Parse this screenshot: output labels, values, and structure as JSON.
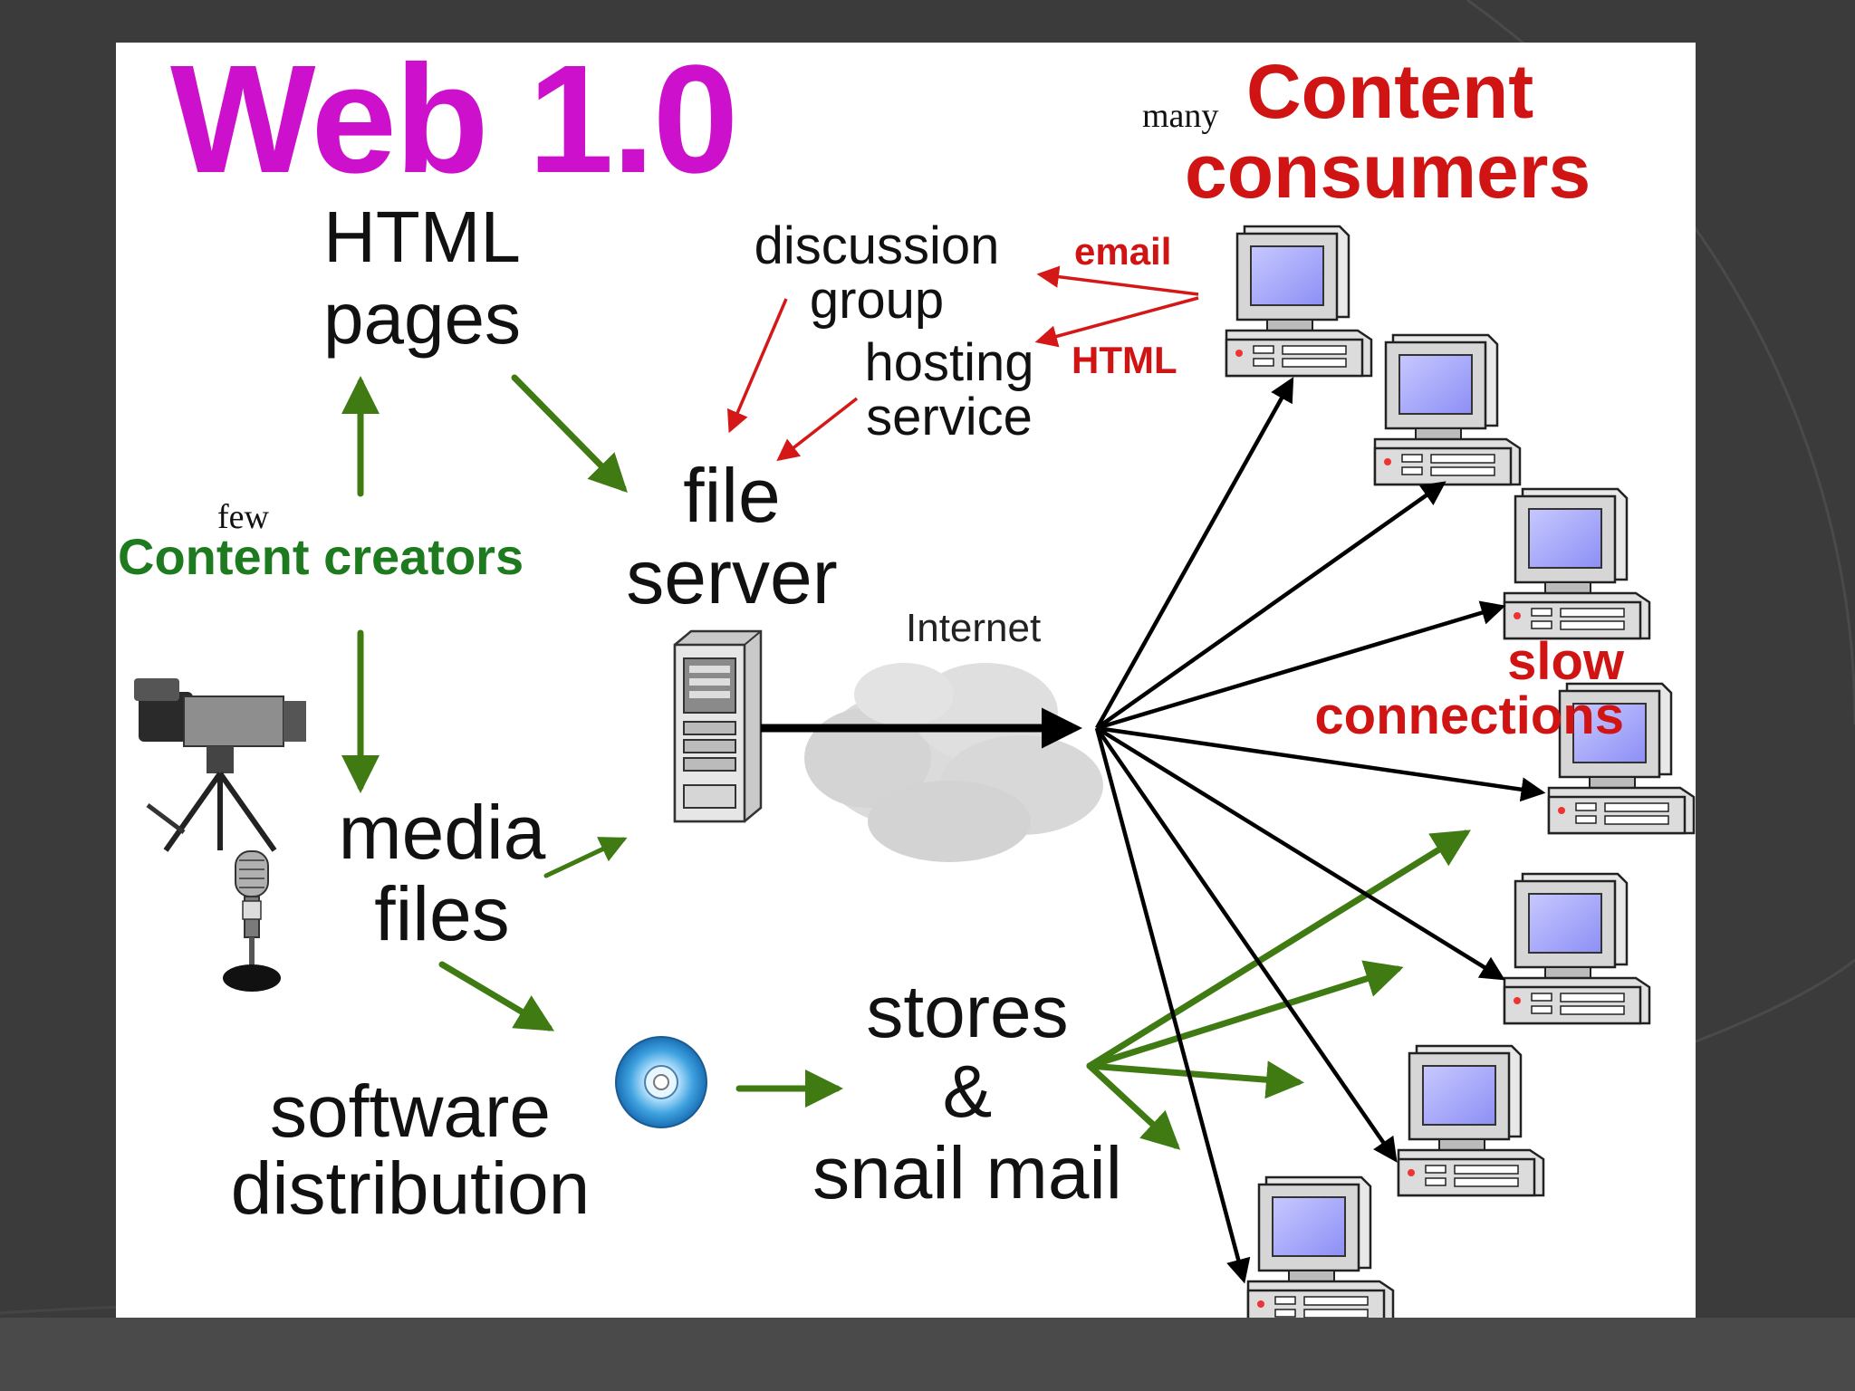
{
  "title": "Web 1.0",
  "consumers": {
    "prefix": "many",
    "line1": "Content",
    "line2": "consumers"
  },
  "creators": {
    "prefix": "few",
    "label": "Content creators"
  },
  "nodes": {
    "html_pages": [
      "HTML",
      "pages"
    ],
    "file_server": [
      "file",
      "server"
    ],
    "media_files": [
      "media",
      "files"
    ],
    "software_distribution": [
      "software",
      "distribution"
    ],
    "stores": [
      "stores",
      "&",
      "snail mail"
    ],
    "discussion_group": [
      "discussion",
      "group"
    ],
    "hosting_service": [
      "hosting",
      "service"
    ],
    "internet": "Internet"
  },
  "edge_labels": {
    "email": "email",
    "html": "HTML",
    "slow_connections": [
      "slow",
      "connections"
    ]
  },
  "colors": {
    "title": "#cc10cc",
    "red_text": "#d01414",
    "green_text": "#1e7a1e",
    "green_arrow": "#3f7a12",
    "red_arrow": "#d41818",
    "black_arrow": "#000000",
    "background": "#3a3a3a"
  },
  "icons": [
    "server-icon",
    "cloud-icon",
    "computer-icon",
    "video-camera-icon",
    "microphone-icon",
    "cd-icon"
  ]
}
